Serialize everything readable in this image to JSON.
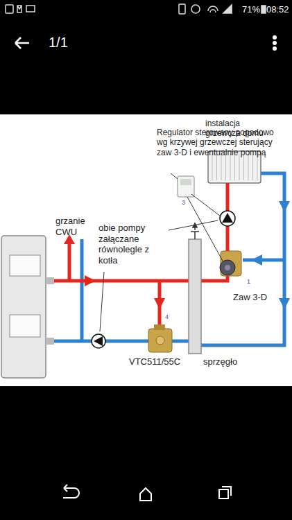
{
  "diagram": {
    "labels": [
      "71%",
      "08:52",
      "1/1",
      "Regulator sterowany pogodowo wg krzywej grzewczej sterujący zaw 3-D i ewentualnie pompą",
      "instalacja grzewcza domu",
      "grzanie CWU",
      "obie pompy załączane równolegle z kotła",
      "3",
      "1",
      "Zaw 3-D",
      "4",
      "VTC511/55C",
      "sprzęgło"
    ]
  }
}
